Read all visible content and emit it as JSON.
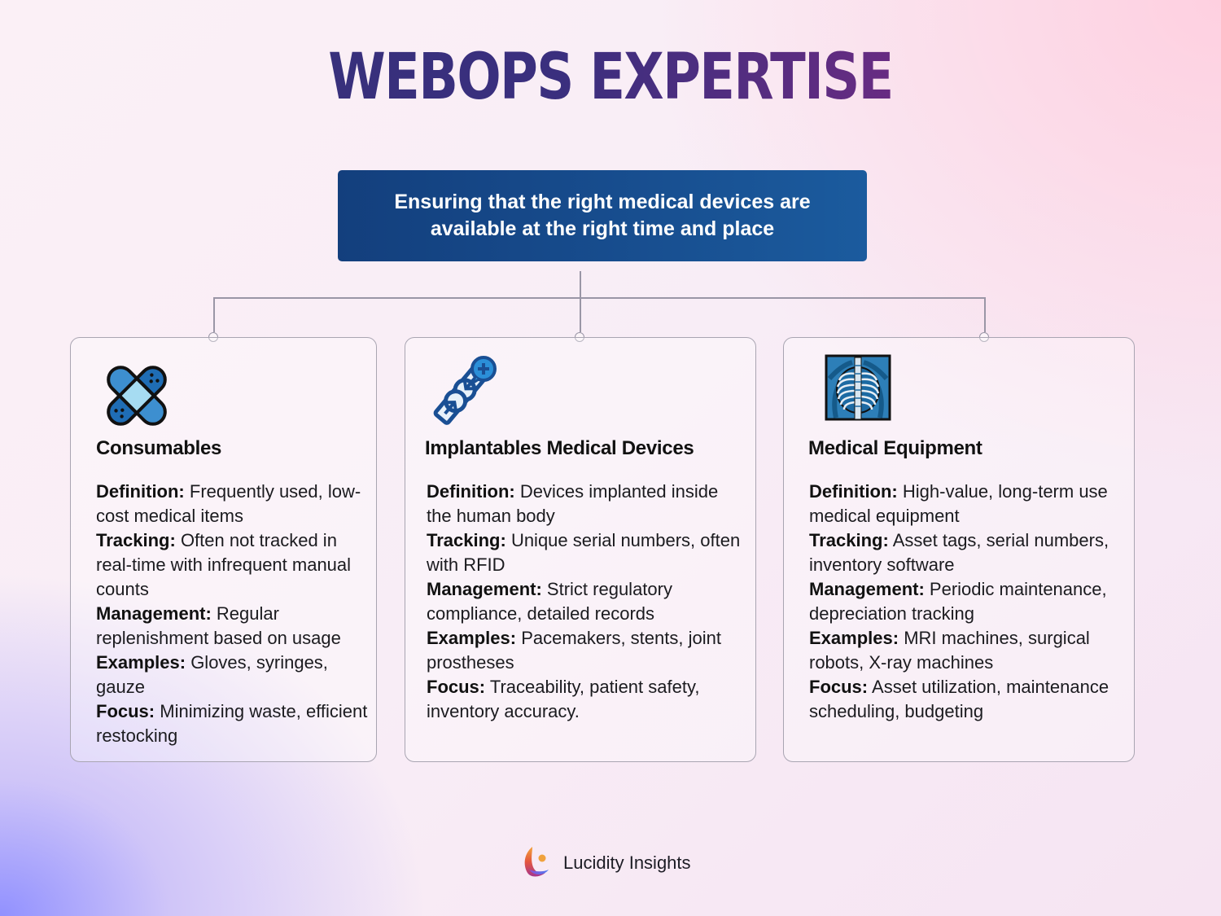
{
  "title": "WEBOPS EXPERTISE",
  "banner": {
    "text": "Ensuring that the right medical devices are available at the right time and place",
    "color": "#174c8d"
  },
  "cards": [
    {
      "icon": "bandage-icon",
      "title": "Consumables",
      "fields": [
        {
          "label": "Definition:",
          "value": "Frequently used, low-cost medical items"
        },
        {
          "label": "Tracking:",
          "value": "Often not tracked in real-time with infrequent manual counts"
        },
        {
          "label": "Management:",
          "value": "Regular replenishment based on usage"
        },
        {
          "label": "Examples:",
          "value": "Gloves, syringes, gauze"
        },
        {
          "label": "Focus:",
          "value": "Minimizing waste, efficient restocking"
        }
      ]
    },
    {
      "icon": "bone-joint-implant-icon",
      "title": "Implantables Medical Devices",
      "fields": [
        {
          "label": "Definition:",
          "value": "Devices implanted inside the human body"
        },
        {
          "label": "Tracking:",
          "value": "Unique serial numbers, often with RFID"
        },
        {
          "label": "Management:",
          "value": "Strict regulatory compliance, detailed records"
        },
        {
          "label": "Examples:",
          "value": "Pacemakers, stents, joint prostheses"
        },
        {
          "label": "Focus:",
          "value": "Traceability, patient safety, inventory accuracy."
        }
      ]
    },
    {
      "icon": "chest-xray-icon",
      "title": "Medical Equipment",
      "fields": [
        {
          "label": "Definition:",
          "value": "High-value, long-term use medical equipment"
        },
        {
          "label": "Tracking:",
          "value": "Asset tags, serial numbers, inventory software"
        },
        {
          "label": "Management:",
          "value": "Periodic maintenance, depreciation tracking"
        },
        {
          "label": "Examples:",
          "value": "MRI machines, surgical robots, X-ray machines"
        },
        {
          "label": "Focus:",
          "value": "Asset utilization, maintenance scheduling, budgeting"
        }
      ]
    }
  ],
  "footer": {
    "brand": "Lucidity Insights",
    "logo_icon": "lucidity-logo-icon"
  },
  "colors": {
    "title_start": "#35307a",
    "title_end": "#8c2c78",
    "banner": "#174c8d",
    "connector": "#9a96a6"
  }
}
